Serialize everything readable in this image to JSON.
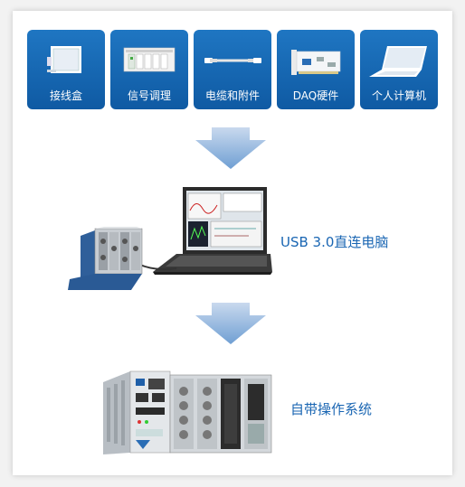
{
  "categories": [
    {
      "label": "接线盒",
      "icon": "terminal-block-icon"
    },
    {
      "label": "信号调理",
      "icon": "signal-conditioning-icon"
    },
    {
      "label": "电缆和附件",
      "icon": "cable-icon"
    },
    {
      "label": "DAQ硬件",
      "icon": "daq-board-icon"
    },
    {
      "label": "个人计算机",
      "icon": "laptop-icon"
    }
  ],
  "options": [
    {
      "caption": "USB 3.0直连电脑",
      "image": "laptop-with-chassis-image"
    },
    {
      "caption": "自带操作系统",
      "image": "standalone-controller-chassis-image"
    }
  ],
  "colors": {
    "tile": "#1565b0",
    "arrow": "#7aa3d4",
    "caption": "#1a66b3"
  }
}
